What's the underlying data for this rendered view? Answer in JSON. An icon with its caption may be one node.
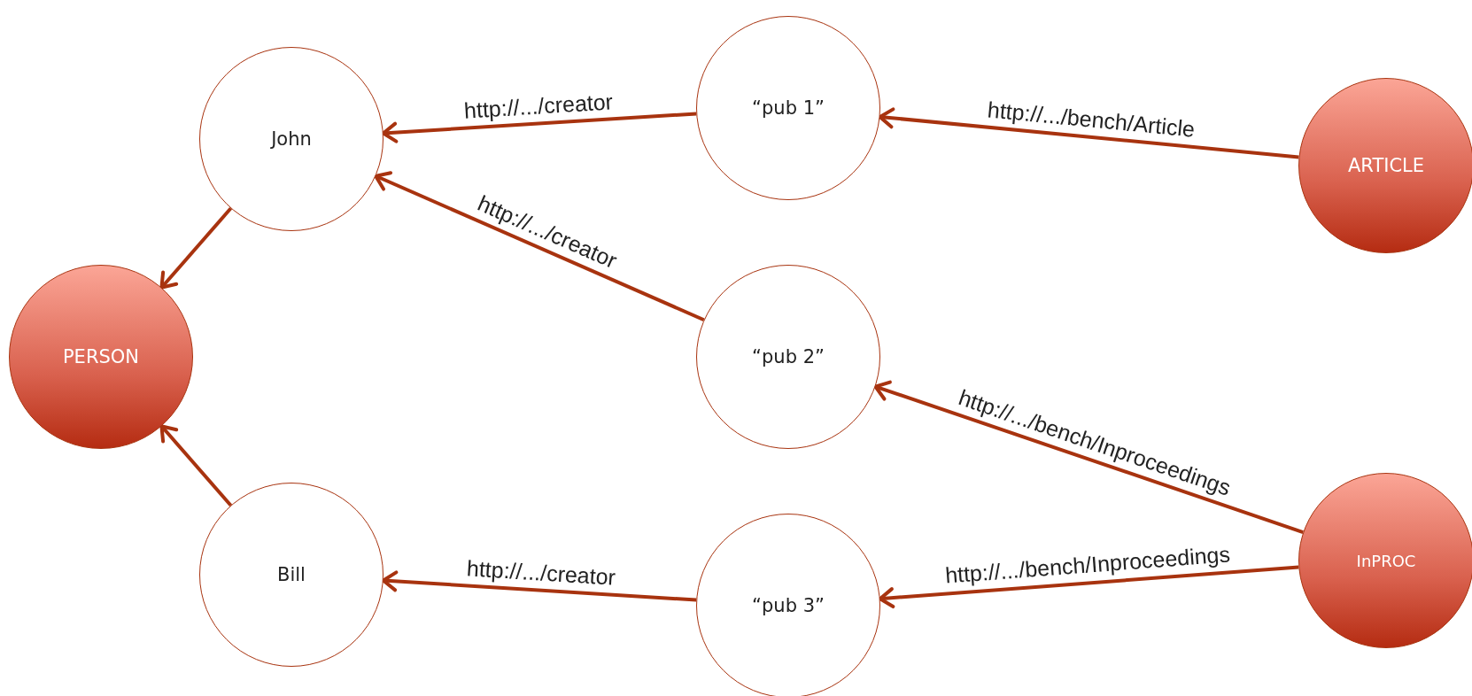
{
  "diagram": {
    "nodes": [
      {
        "text": [
          "John"
        ]
      },
      {
        "text": [
          "“pub 1”"
        ]
      },
      {
        "text": [
          "ARTICLE"
        ]
      },
      {
        "text": [
          "PERSON"
        ]
      },
      {
        "text": [
          "“pub 2”"
        ]
      },
      {
        "text": [
          "Bill"
        ]
      },
      {
        "text": [
          "“pub 3”"
        ]
      },
      {
        "text": [
          "InPROC"
        ]
      }
    ],
    "edges": [
      {
        "from": 1,
        "to": 0,
        "arrow": "to",
        "label": "http://.../creator"
      },
      {
        "from": 2,
        "to": 1,
        "arrow": "to",
        "label": "http://.../bench/Article"
      },
      {
        "from": 4,
        "to": 0,
        "arrow": "to",
        "label": "http://.../creator"
      },
      {
        "from": 7,
        "to": 4,
        "arrow": "to",
        "label": "http://.../bench/Inproceedings"
      },
      {
        "from": 7,
        "to": 6,
        "arrow": "to",
        "label": "http://.../bench/Inproceedings"
      },
      {
        "from": 6,
        "to": 5,
        "arrow": "to",
        "label": "http://.../creator"
      },
      {
        "from": 0,
        "to": 3,
        "arrow": "to"
      },
      {
        "from": 5,
        "to": 3,
        "arrow": "to"
      }
    ]
  }
}
